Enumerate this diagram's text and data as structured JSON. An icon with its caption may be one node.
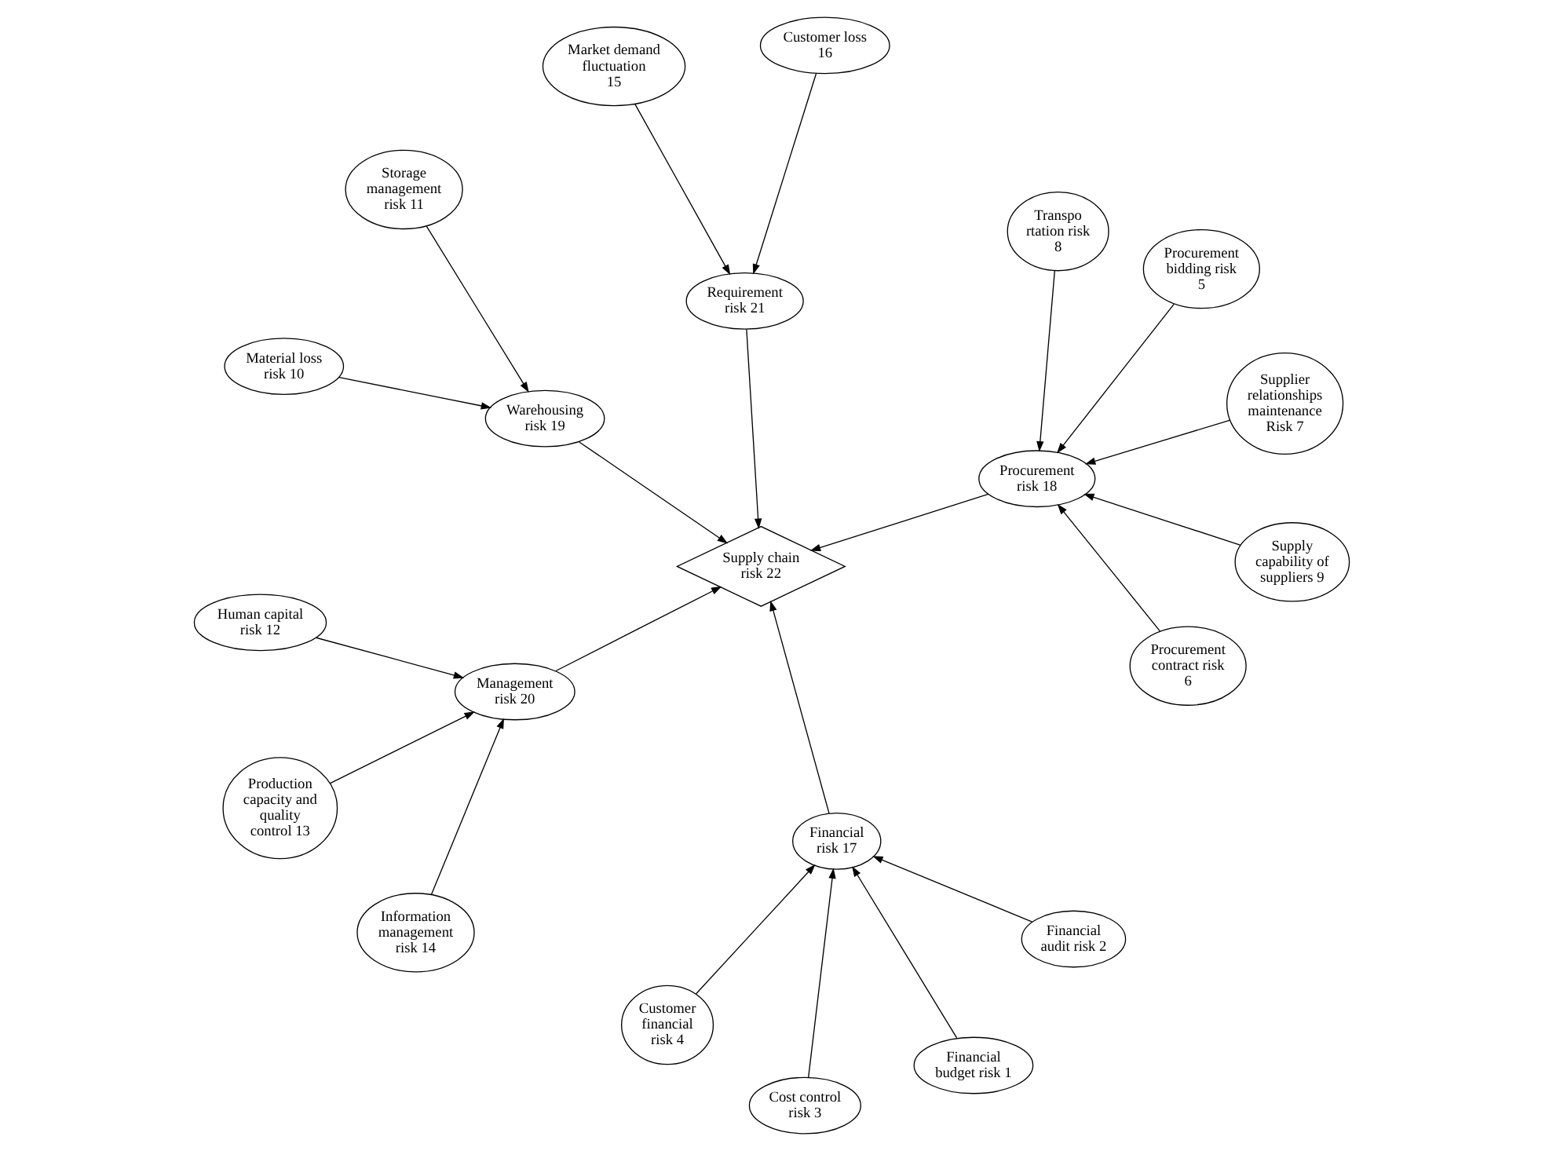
{
  "diagram": {
    "nodes": [
      {
        "text": [
          "Production capacity and quality control 13"
        ]
      },
      {
        "text": [
          "Supplier relationships maintenance Risk 7"
        ]
      },
      {
        "text": [
          "Information management risk 14"
        ]
      },
      {
        "text": [
          "Transpo rtation risk 8"
        ]
      },
      {
        "text": [
          "Procurement bidding risk 5"
        ]
      },
      {
        "text": [
          "Human capital risk 12"
        ]
      },
      {
        "text": [
          "Management risk 20"
        ]
      },
      {
        "text": [
          "Procurement risk 18"
        ]
      },
      {
        "text": [
          "Procurement contract risk 6"
        ]
      },
      {
        "text": [
          "Supply chain risk 22"
        ]
      },
      {
        "text": [
          "Material loss risk 10"
        ]
      },
      {
        "text": [
          "Warehousing risk 19"
        ]
      },
      {
        "text": [
          "Supply capability of suppliers 9"
        ]
      },
      {
        "text": [
          "Requirement risk 21"
        ]
      },
      {
        "text": [
          "Storage management risk 11"
        ]
      },
      {
        "text": [
          "Financial budget risk 1"
        ]
      },
      {
        "text": [
          "Financial risk 17"
        ]
      },
      {
        "text": [
          "Customer financial risk 4"
        ]
      },
      {
        "text": [
          "Market demand fluctuation 15"
        ]
      },
      {
        "text": [
          "Customer loss 16"
        ]
      },
      {
        "text": [
          "Financial audit risk 2"
        ]
      },
      {
        "text": [
          "Cost control risk 3"
        ]
      }
    ],
    "edges": [
      {
        "from": 0,
        "to": 6,
        "arrow": "to"
      },
      {
        "from": 2,
        "to": 6,
        "arrow": "to"
      },
      {
        "from": 5,
        "to": 6,
        "arrow": "to"
      },
      {
        "from": 6,
        "to": 9,
        "arrow": "to"
      },
      {
        "from": 1,
        "to": 7,
        "arrow": "to"
      },
      {
        "from": 3,
        "to": 7,
        "arrow": "to"
      },
      {
        "from": 4,
        "to": 7,
        "arrow": "to"
      },
      {
        "from": 8,
        "to": 7,
        "arrow": "to"
      },
      {
        "from": 12,
        "to": 7,
        "arrow": "to"
      },
      {
        "from": 7,
        "to": 9,
        "arrow": "to"
      },
      {
        "from": 10,
        "to": 11,
        "arrow": "to"
      },
      {
        "from": 14,
        "to": 11,
        "arrow": "to"
      },
      {
        "from": 11,
        "to": 9,
        "arrow": "to"
      },
      {
        "from": 16,
        "to": 9,
        "arrow": "to"
      },
      {
        "from": 13,
        "to": 9,
        "arrow": "to"
      },
      {
        "from": 18,
        "to": 13,
        "arrow": "to"
      },
      {
        "from": 19,
        "to": 13,
        "arrow": "to"
      },
      {
        "from": 15,
        "to": 16,
        "arrow": "to"
      },
      {
        "from": 17,
        "to": 16,
        "arrow": "to"
      },
      {
        "from": 20,
        "to": 16,
        "arrow": "to"
      },
      {
        "from": 21,
        "to": 16,
        "arrow": "to"
      }
    ]
  }
}
